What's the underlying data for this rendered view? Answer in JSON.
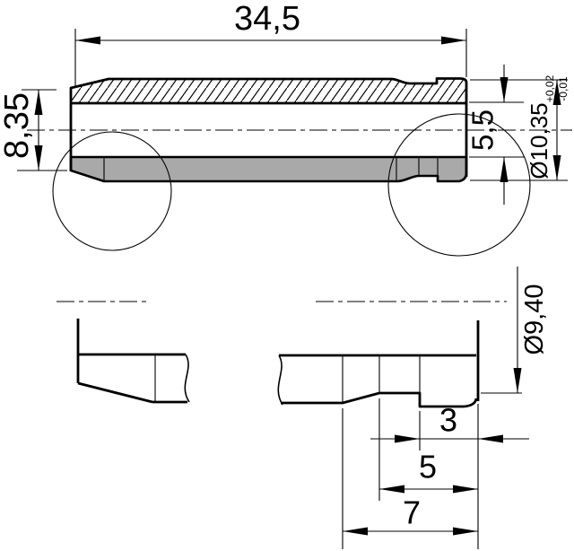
{
  "drawing": {
    "dimensions": {
      "overall_length": "34,5",
      "left_face_height": "8,35",
      "bore_diameter": "5,5",
      "outer_diameter": "Ø10,35",
      "outer_diameter_tol_upper": "+0,02",
      "outer_diameter_tol_lower": "-0,01",
      "groove_diameter": "Ø9,40",
      "notch_width": "3",
      "groove_width": "5",
      "end_relief_length": "7"
    },
    "colors": {
      "line": "#000000",
      "shading": "#a9a9a9",
      "background": "#ffffff"
    }
  }
}
